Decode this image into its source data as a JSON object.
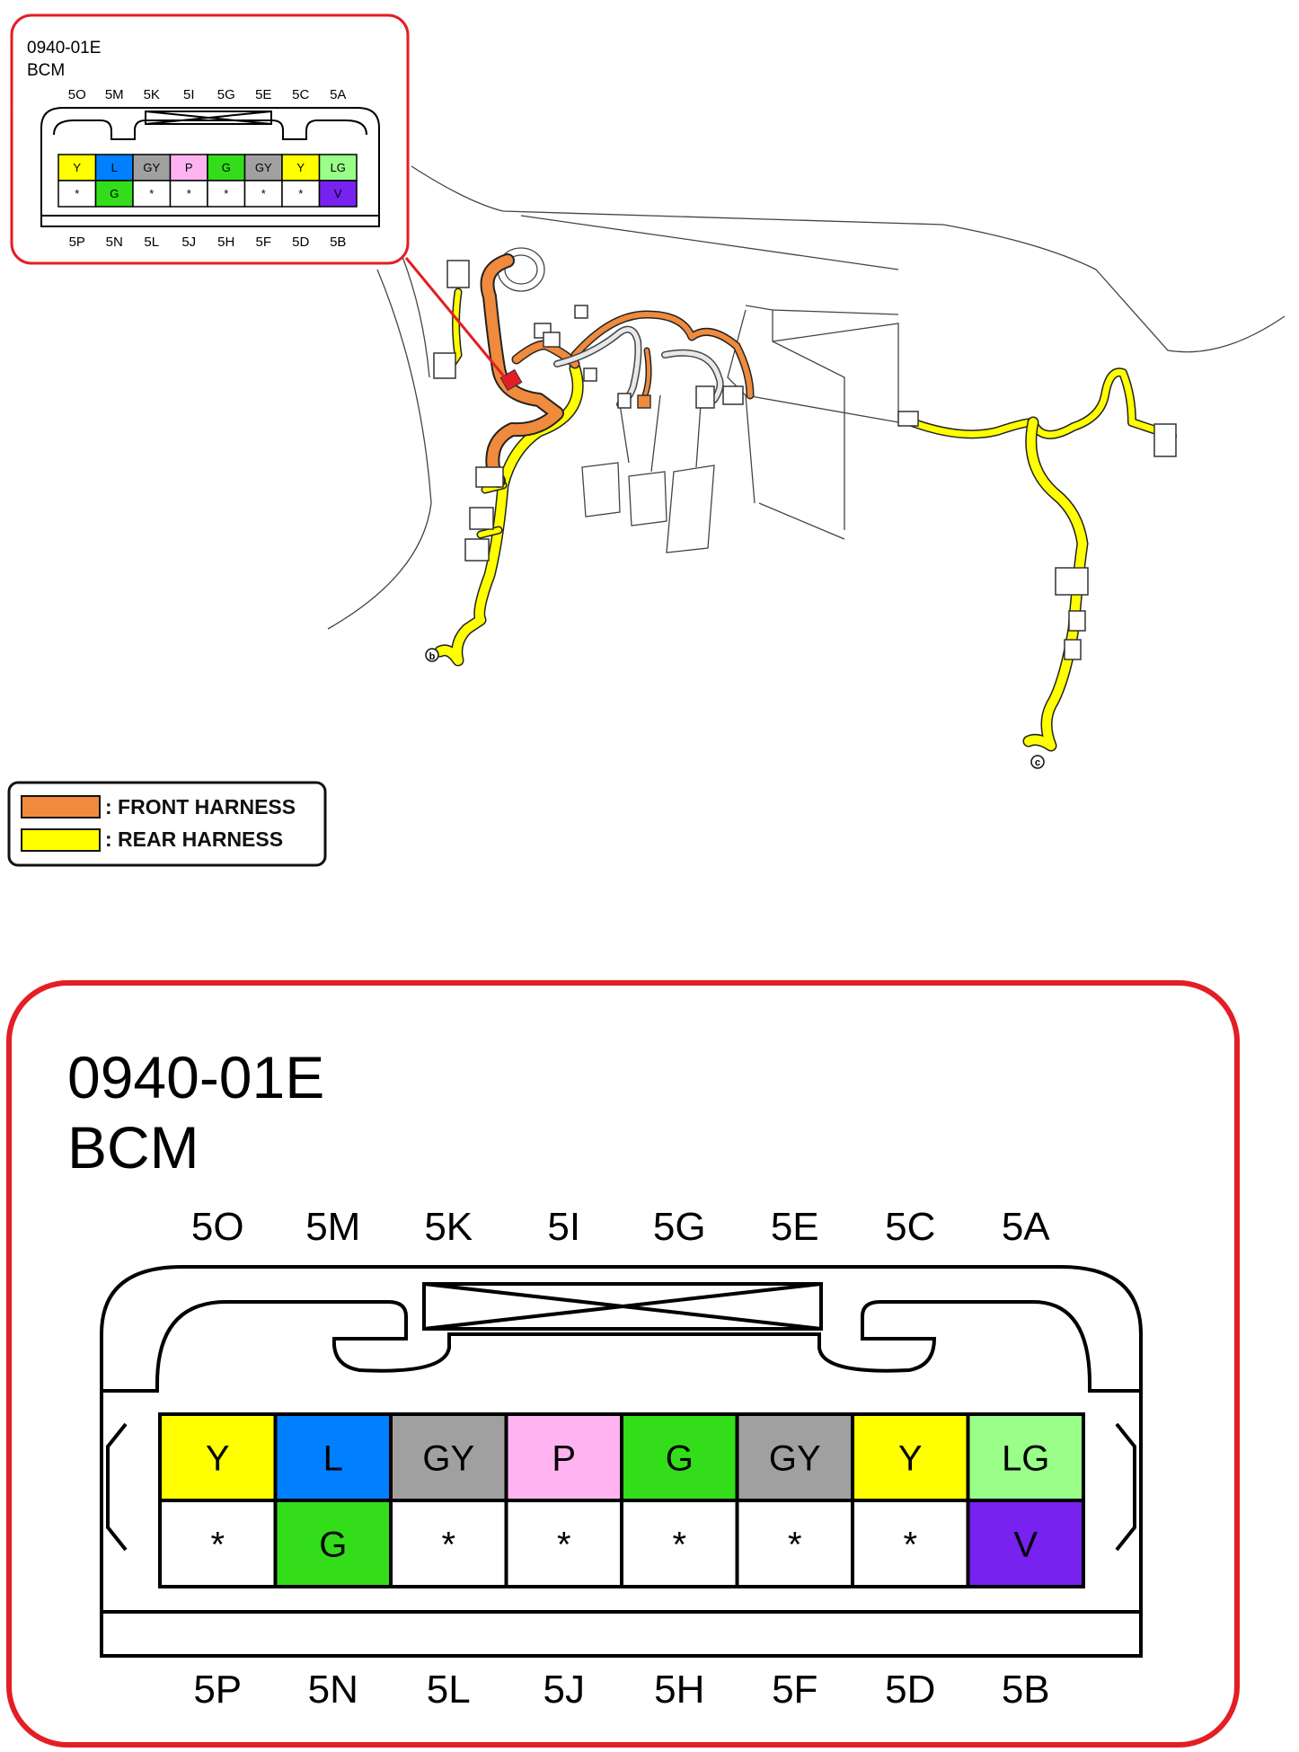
{
  "connector": {
    "code": "0940-01E",
    "name": "BCM",
    "top_labels": [
      "5O",
      "5M",
      "5K",
      "5I",
      "5G",
      "5E",
      "5C",
      "5A"
    ],
    "bottom_labels": [
      "5P",
      "5N",
      "5L",
      "5J",
      "5H",
      "5F",
      "5D",
      "5B"
    ],
    "top_row": [
      "Y",
      "L",
      "GY",
      "P",
      "G",
      "GY",
      "Y",
      "LG"
    ],
    "bottom_row": [
      "*",
      "G",
      "*",
      "*",
      "*",
      "*",
      "*",
      "V"
    ]
  },
  "wire_colors": {
    "Y": "#ffff00",
    "L": "#0080ff",
    "GY": "#a0a0a0",
    "P": "#ffb3f0",
    "G": "#33dd1a",
    "LG": "#99ff88",
    "V": "#7722ee",
    "*": "#ffffff"
  },
  "legend": {
    "items": [
      {
        "label": ": FRONT HARNESS",
        "color": "#f08a3c"
      },
      {
        "label": ": REAR HARNESS",
        "color": "#ffff00"
      }
    ]
  },
  "ground_points": [
    "b",
    "c"
  ],
  "callout_color": "#e31e24"
}
